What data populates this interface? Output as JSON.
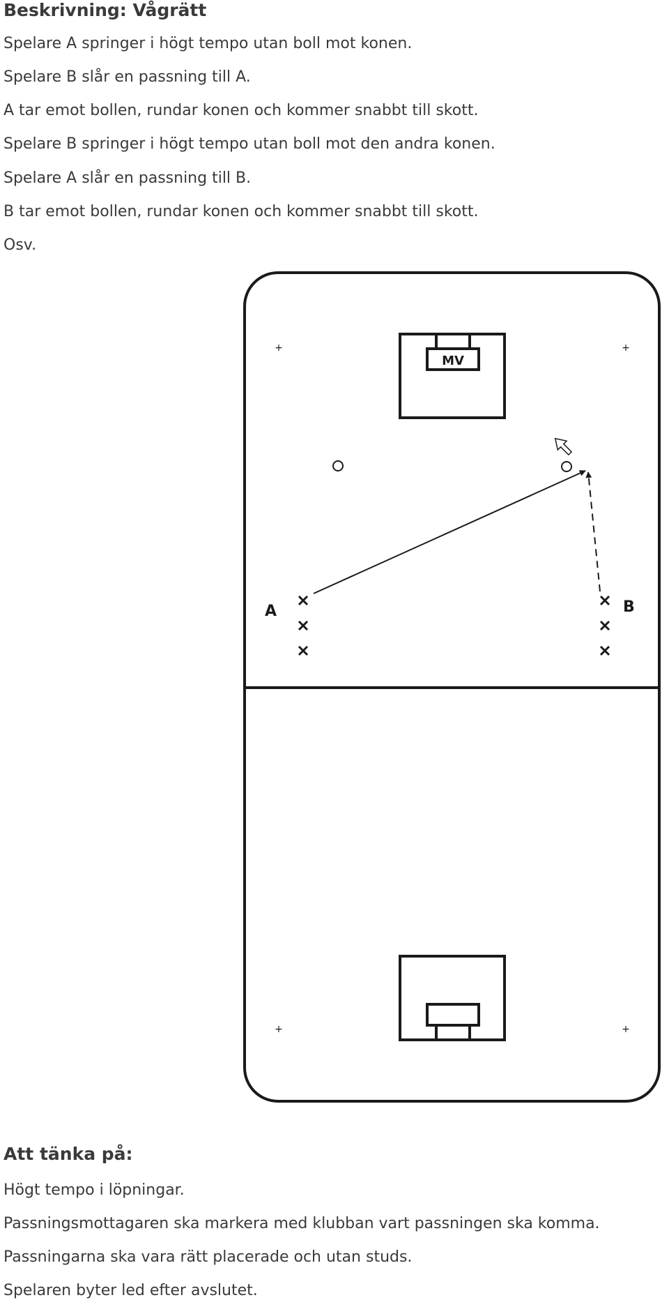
{
  "description": {
    "heading": "Beskrivning: Vågrätt",
    "lines": [
      "Spelare A springer i högt tempo utan boll mot konen.",
      "Spelare B slår en passning till A.",
      "A tar emot bollen, rundar konen och kommer snabbt till skott.",
      "Spelare B springer i högt tempo utan boll mot den andra konen.",
      "Spelare A slår en passning till B.",
      "B tar emot bollen, rundar konen och kommer snabbt till skott.",
      "Osv."
    ]
  },
  "diagram": {
    "goalkeeper_label": "MV",
    "player_a_label": "A",
    "player_b_label": "B"
  },
  "notes": {
    "heading": "Att tänka på:",
    "lines": [
      "Högt tempo i löpningar.",
      "Passningsmottagaren ska markera med klubban vart passningen ska komma.",
      "Passningarna ska vara rätt placerade och utan studs.",
      "Spelaren byter led efter avslutet."
    ]
  }
}
